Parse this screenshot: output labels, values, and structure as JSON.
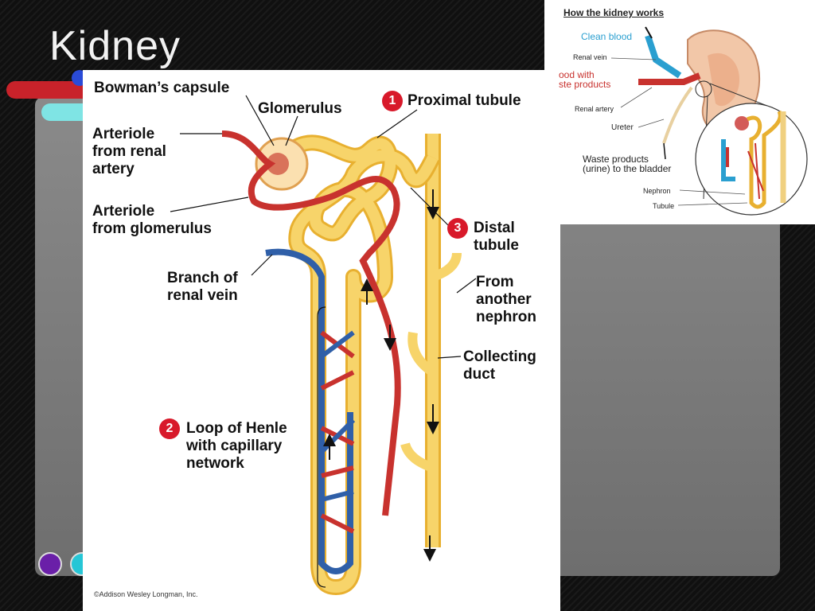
{
  "slide": {
    "title": "Kidney"
  },
  "main_figure": {
    "labels": {
      "bowmans_capsule": "Bowman’s capsule",
      "glomerulus": "Glomerulus",
      "proximal_tubule": "Proximal tubule",
      "arteriole_from_renal_artery": "Arteriole\nfrom renal\nartery",
      "arteriole_from_glomerulus": "Arteriole\nfrom glomerulus",
      "branch_of_renal_vein": "Branch of\nrenal vein",
      "distal_tubule": "Distal\ntubule",
      "from_another_nephron": "From\nanother\nnephron",
      "collecting_duct": "Collecting\nduct",
      "loop_of_henle": "Loop of Henle\nwith capillary\nnetwork"
    },
    "numbers": {
      "proximal": "1",
      "loop": "2",
      "distal": "3"
    },
    "credit": "©Addison Wesley Longman, Inc."
  },
  "inset": {
    "title": "How the kidney works",
    "labels": {
      "clean_blood": "Clean blood",
      "renal_vein": "Renal vein",
      "blood_with_waste": "ood with\nste products",
      "renal_artery": "Renal artery",
      "ureter": "Ureter",
      "waste_products": "Waste products\n(urine) to the bladder",
      "nephron": "Nephron",
      "tubule": "Tubule"
    }
  },
  "colors": {
    "artery": "#c8322e",
    "vein": "#2f5fa8",
    "tubule": "#f5c842",
    "clean_blood": "#2a9fd0"
  }
}
